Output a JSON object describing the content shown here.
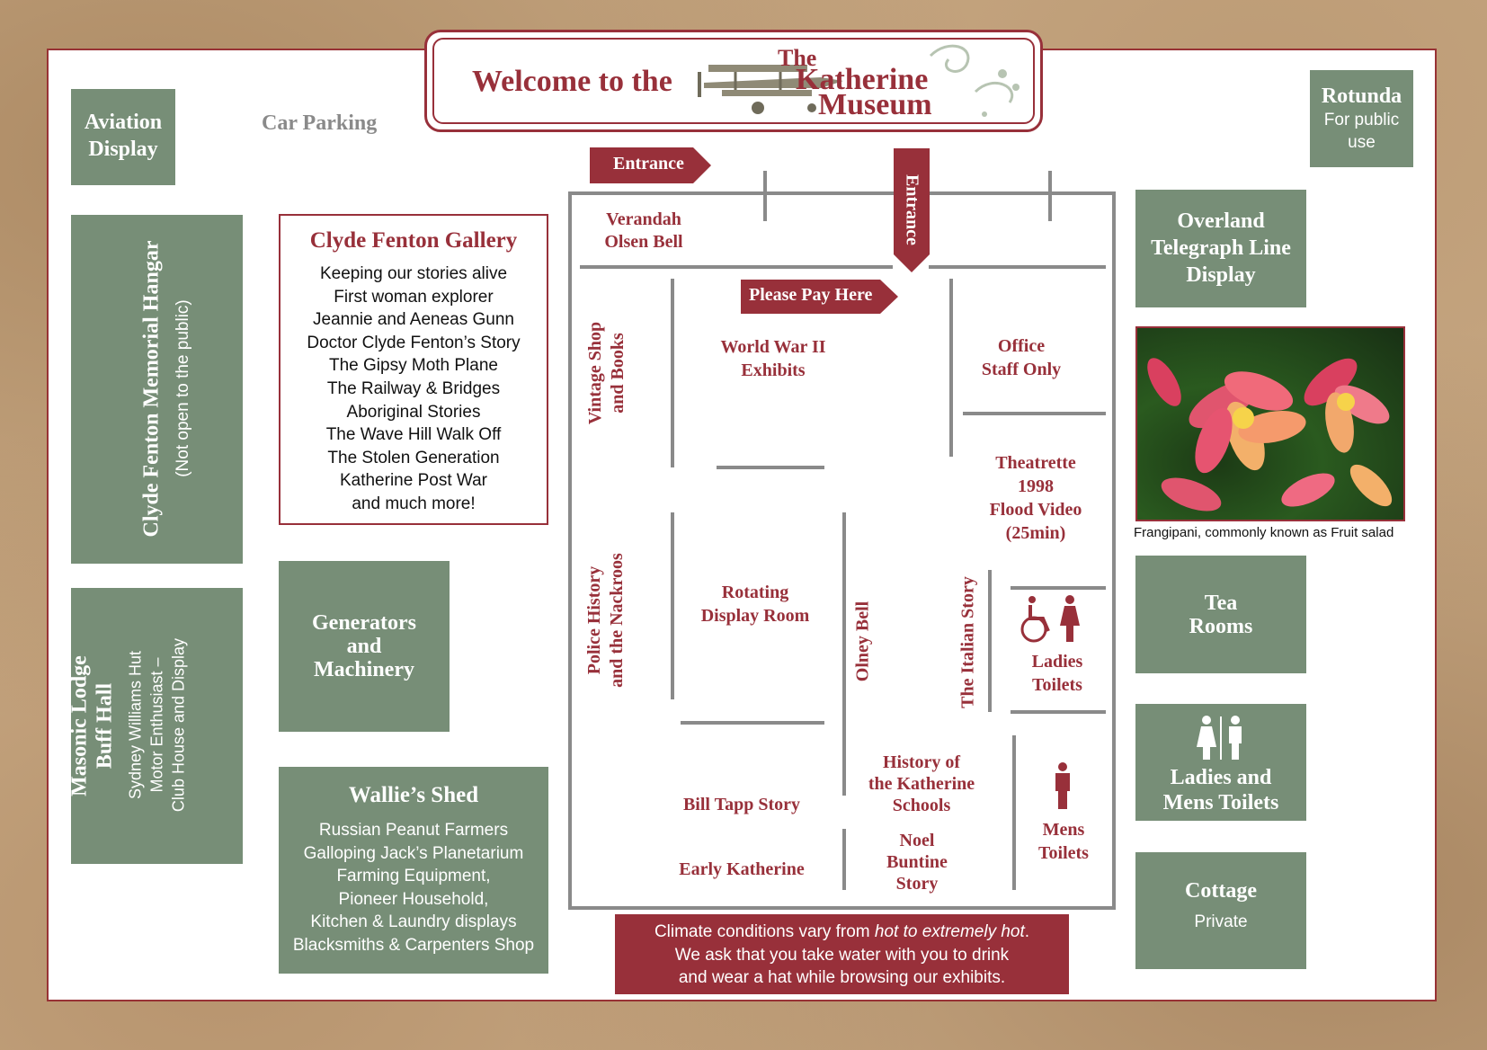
{
  "header": {
    "welcome": "Welcome to the",
    "logo_the": "The",
    "logo_katherine": "Katherine",
    "logo_museum": "Museum",
    "logo_plane_icon": "biplane-illustration"
  },
  "outside": {
    "aviation_display": "Aviation Display",
    "car_parking": "Car Parking",
    "rotunda_title": "Rotunda",
    "rotunda_sub": "For public use",
    "hangar_title": "Clyde Fenton Memorial Hangar",
    "hangar_sub": "(Not open to the public)",
    "masonic_title_1": "Masonic Lodge",
    "masonic_title_2": "Buff Hall",
    "masonic_sub_1": "Sydney Williams Hut",
    "masonic_sub_2": "Motor Enthusiast –",
    "masonic_sub_3": "Club House and Display",
    "generators": "Generators and Machinery",
    "overland": "Overland Telegraph Line Display",
    "tea_rooms": "Tea Rooms",
    "ladies_mens_toilets": "Ladies and Mens Toilets",
    "cottage_title": "Cottage",
    "cottage_sub": "Private"
  },
  "gallery": {
    "title": "Clyde Fenton Gallery",
    "items": [
      "Keeping our stories alive",
      "First woman explorer",
      "Jeannie and Aeneas Gunn",
      "Doctor Clyde Fenton’s Story",
      "The Gipsy Moth Plane",
      "The Railway & Bridges",
      "Aboriginal Stories",
      "The Wave Hill Walk Off",
      "The Stolen Generation",
      "Katherine Post War",
      "and much more!"
    ]
  },
  "wallies": {
    "title": "Wallie’s Shed",
    "items": [
      "Russian Peanut Farmers",
      "Galloping Jack’s Planetarium",
      "Farming Equipment,",
      "Pioneer Household,",
      "Kitchen & Laundry displays",
      "Blacksmiths & Carpenters Shop"
    ]
  },
  "photo": {
    "caption": "Frangipani, commonly known as Fruit salad"
  },
  "building": {
    "entrance_side": "Entrance",
    "entrance_top": "Entrance",
    "please_pay": "Please Pay Here",
    "verandah_1": "Verandah",
    "verandah_2": "Olsen Bell",
    "vintage_1": "Vintage Shop",
    "vintage_2": "and Books",
    "ww2_1": "World War II",
    "ww2_2": "Exhibits",
    "office_1": "Office",
    "office_2": "Staff Only",
    "theatrette_1": "Theatrette",
    "theatrette_2": "1998",
    "theatrette_3": "Flood Video",
    "theatrette_4": "(25min)",
    "police_1": "Police History",
    "police_2": "and the Nackroos",
    "rotating_1": "Rotating",
    "rotating_2": "Display Room",
    "olney": "Olney Bell",
    "italian": "The Italian Story",
    "ladies_1": "Ladies",
    "ladies_2": "Toilets",
    "history_1": "History of",
    "history_2": "the Katherine",
    "history_3": "Schools",
    "bill_tapp": "Bill Tapp Story",
    "early": "Early Katherine",
    "noel_1": "Noel",
    "noel_2": "Buntine",
    "noel_3": "Story",
    "mens_1": "Mens",
    "mens_2": "Toilets"
  },
  "notice": {
    "line1_a": "Climate conditions vary from ",
    "line1_b": "hot to extremely hot",
    "line1_c": ".",
    "line2": "We ask that you take water with you to drink",
    "line3": "and wear a hat while browsing our exhibits."
  },
  "colors": {
    "accent_red": "#98303a",
    "box_green": "#778e77",
    "wall_grey": "#8a8a8a"
  }
}
